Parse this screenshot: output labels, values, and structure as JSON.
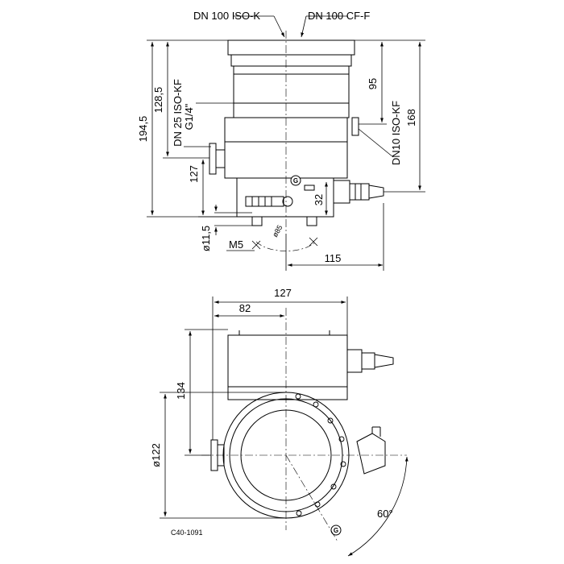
{
  "drawing_id": "C40-1091",
  "labels": {
    "flange_iso_k": "DN 100 ISO-K",
    "flange_cf_f": "DN 100 CF-F",
    "dim_194_5": "194,5",
    "dim_128_5": "128,5",
    "port_dn25": "DN 25 ISO-KF",
    "thread_g14": "G1/4\"",
    "dim_95": "95",
    "port_dn10": "DN10 ISO-KF",
    "dim_168": "168",
    "dim_127_side": "127",
    "dim_32": "32",
    "dim_115": "115",
    "dia_11_5": "ø11,5",
    "thread_m5": "M5",
    "dia_85": "ø85",
    "dim_127_top": "127",
    "dim_82": "82",
    "dim_134": "134",
    "dia_122": "ø122",
    "angle_60": "60°",
    "grounding_mark": "G"
  }
}
